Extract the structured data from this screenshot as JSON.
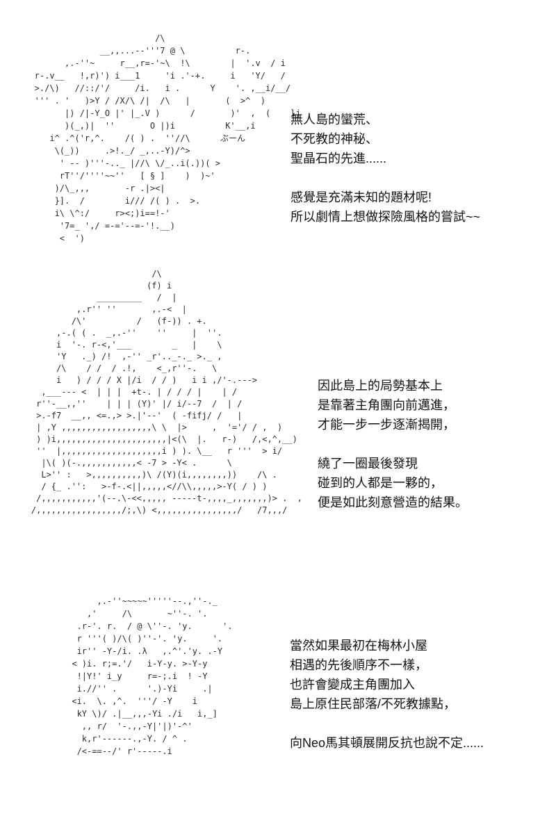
{
  "page": {
    "background_color": "#ffffff",
    "text_color": "#111111",
    "art_color": "#2b2b2b"
  },
  "text_blocks": [
    {
      "lines": [
        "無人島的蠻荒、",
        "不死教的神秘、",
        "聖晶石的先進......",
        "",
        "感覺是充滿未知的題材呢!",
        "所以劇情上想做探險風格的嘗試~~"
      ]
    },
    {
      "lines": [
        "因此島上的局勢基本上",
        "是靠著主角團向前邁進，",
        "才能一步一步逐漸揭開，",
        "",
        "繞了一圈最後發現",
        "碰到的人都是一夥的，",
        "便是如此刻意營造的結果。"
      ]
    },
    {
      "lines": [
        "當然如果最初在梅林小屋",
        "相遇的先後順序不一樣，",
        "也許會變成主角團加入",
        "島上原住民部落/不死教據點，",
        "",
        "向Neo馬其頓展開反抗也說不定......"
      ]
    }
  ],
  "ascii_art": {
    "figure1": {
      "lines": [
        "                           /\\",
        "                __,,...--'''7 @ \\          r-.",
        "         ,.-''~     r__,r=-'~\\  !\\        |  '.v  / i",
        "   r-.v__   !,r)') i___1     'i .'-+.     i   'Y/   /",
        "   >./\\)   //::/'/     /i.   i .      Y    '. ,__i/__/",
        "   ''' . '   )>Y / /X/\\ /|  /\\   |       (  >^  )",
        "         |) /|-Y_O |' |_.V )      /       )'  ,  (    lj",
        "         )(_,)|  ''       O |)i          K'__,i",
        "      i^ .^('r,^.    /( ) .  ''//\\      ぶーん",
        "       \\(_))     .>!._/ _,..-Y)/^>",
        "        ' -- )'''-.._ |//\\ \\/_..i(.))( >",
        "        rT''/''''~~''   [ § ]    )  )~'",
        "       )/\\_,,,       -r .|><|",
        "       }].  /        i/// /( ) .  >.",
        "       i\\ \\^:/     r><;)i==!-'",
        "        '7=_ ',/ =-='--=-'!.__)",
        "        <  ')"
      ]
    },
    "figure2": {
      "lines": [
        "                            /\\",
        "                           (f) i",
        "                 _________   /  |",
        "             ,.r'' ''       ,.-<  |",
        "            /\\'          /   (f-)) . +.",
        "         ,-.( ( .  _,.-''    ''     |  ''.",
        "         i  '-. r-<,'___        _   |    \\",
        "         'Y   ._) /!  ,-'' _r'.._-._ >._ ,",
        "         /\\    / /  / .!,    <_,r''-.   \\",
        "         i   ) / / / X |/i  / / )   i i ,/'-.--->",
        "      ,___--- <  | | |  +t-. | / / / |    | /",
        "     r''-__,,''    | | | (Y)' |/ i/--7  /  | /",
        "     >.-f7  __,, <=.,> >.|'--'  ( -fifj/ /   |",
        "     | ,Y ,,,,,,,,,,,,,,,,,,\\ \\  |>     ,  '='/ / ,  )",
        "     ) )i,,,,,,,,,,,,,,,,,,,,,,|<(\\  |.   r-)   /,<,^,__)",
        "     ''  |,,,,,,,,,,,,,,,,,,,,i ) ). \\__   r '''  > i/",
        "      |\\( )(-.,,,,,,,,,,,< -7 > -Y< .      \\",
        "      L>'' :   >,,,,,,,,,,)\\ /(Y)(i,,,,,,,,))    /\\ .",
        "      / {_ .'':   >-f-.<||,,,,,<//\\\\,,,,,>-Y( / ) )",
        "     /,,,,,,,,,,,'(--.\\-<<,,,,, -----t-,,,,_,,,,,,,)> .  ,",
        "    /,,,,,,,,,,,,,,,,,/;,\\) <,,,,,,,,,,,,,,,,/   /7,,,/"
      ]
    },
    "figure3": {
      "lines": [
        "           ,.-''~~~~~'''''--.,''-._",
        "         ,'     /\\       ~''-. '.",
        "       .r-'. r.  / @ \\''-. 'y.      '.",
        "       r '''( )/\\( )''-'. 'y.     '.",
        "       ir'' -Y-/i. .λ   ,.^'.'y. .-Y",
        "      < )i. r;=.'/   i-Y-y. >-Y-y",
        "       !|Y!' i_y     r=-;.i  ! -Y",
        "       i.//'' .      '.)-Yi     .|",
        "      <i.  \\. ,^.  '''/ -Y    i",
        "       kY \\)/ .|__,,,-Yi ./i   i,_]",
        "        ,, r/  '-.,,-Y|'|)'-^'",
        "        k,r'------.,-Y. / ^ .",
        "       /<-==--/' r'-----.i"
      ]
    }
  }
}
